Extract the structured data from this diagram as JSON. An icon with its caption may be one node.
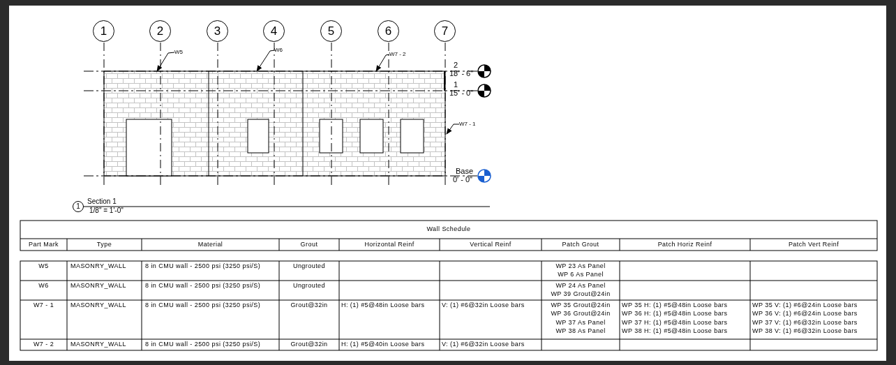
{
  "diagram": {
    "nodes": [
      {
        "text": [
          "1"
        ]
      },
      {
        "text": [
          "2"
        ]
      },
      {
        "text": [
          "3"
        ]
      },
      {
        "text": [
          "4"
        ]
      },
      {
        "text": [
          "5"
        ]
      },
      {
        "text": [
          "6"
        ]
      },
      {
        "text": [
          "7"
        ]
      },
      {
        "text": [
          "W5"
        ]
      },
      {
        "text": [
          "W6"
        ]
      },
      {
        "text": [
          "W7 - 2"
        ]
      },
      {
        "text": [
          "W7 - 1"
        ]
      }
    ],
    "edges": [
      {
        "from": 7,
        "to": null,
        "arrow": "to"
      },
      {
        "from": 8,
        "to": null,
        "arrow": "to"
      },
      {
        "from": 9,
        "to": null,
        "arrow": "to"
      },
      {
        "from": 10,
        "to": null,
        "arrow": "to"
      }
    ],
    "labels": [
      "2",
      "18' - 6\"",
      "1",
      "15' - 0\"",
      "Base",
      "0' - 0\"",
      "1",
      "Section 1",
      "1/8\" = 1'-0\"",
      "Wall Schedule",
      "Part Mark",
      "Type",
      "Material",
      "Grout",
      "Horizontal Reinf",
      "Vertical Reinf",
      "Patch Grout",
      "Patch Horiz Reinf",
      "Patch Vert Reinf",
      "W5",
      "MASONRY_WALL",
      "8 in CMU wall - 2500 psi (3250 psi/S)",
      "Ungrouted",
      "WP 23 As Panel",
      "WP 6 As Panel",
      "W6",
      "MASONRY_WALL",
      "8 in CMU wall - 2500 psi (3250 psi/S)",
      "Ungrouted",
      "WP 24 As Panel",
      "WP 39 Grout@24in",
      "W7 - 1",
      "MASONRY_WALL",
      "8 in CMU wall - 2500 psi (3250 psi/S)",
      "Grout@32in",
      "H: (1) #5@48in Loose bars",
      "V: (1) #6@32in Loose bars",
      "WP 35 Grout@24in",
      "WP 36 Grout@24in",
      "WP 37 As Panel",
      "WP 38 As Panel",
      "WP 35 H: (1) #5@48in Loose bars",
      "WP 36 H: (1) #5@48in Loose bars",
      "WP 37 H: (1) #5@48in Loose bars",
      "WP 38 H: (1) #5@48in Loose bars",
      "WP 35 V: (1) #6@24in Loose bars",
      "WP 36 V: (1) #6@24in Loose bars",
      "WP 37 V: (1) #6@32in Loose bars",
      "WP 38 V: (1) #6@32in Loose bars",
      "W7 - 2",
      "MASONRY_WALL",
      "8 in CMU wall - 2500 psi (3250 psi/S)",
      "Grout@32in",
      "H: (1) #5@40in Loose bars",
      "V: (1) #6@32in Loose bars"
    ]
  }
}
